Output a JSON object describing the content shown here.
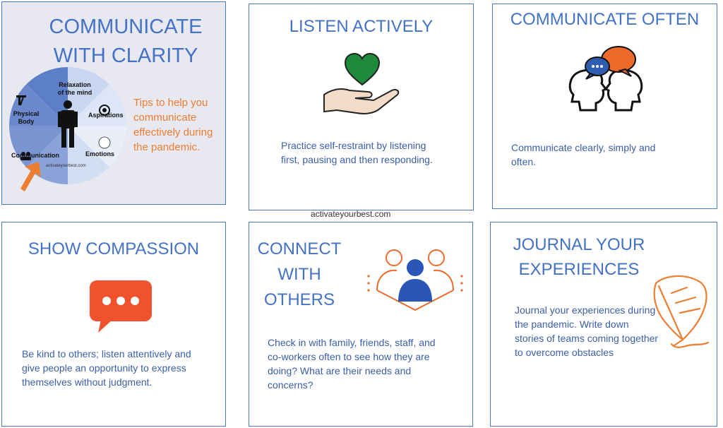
{
  "cards": {
    "clarity": {
      "title_line1": "COMMUNICATE",
      "title_line2": "WITH CLARITY",
      "tips_line1": "Tips to help you",
      "tips_line2": "communicate",
      "tips_line3": "effectively during",
      "tips_line4": "the pandemic.",
      "wheel": {
        "relaxation_line1": "Relaxation",
        "relaxation_line2": "of the mind",
        "physical_line1": "Physical",
        "physical_line2": "Body",
        "aspirations": "Aspirations",
        "emotions": "Emotions",
        "communication": "Communication",
        "site": "activateyourbest.com"
      }
    },
    "listen": {
      "title": "LISTEN ACTIVELY",
      "body_line1": "Practice self-restraint by listening",
      "body_line2": "first, pausing and then responding."
    },
    "often": {
      "title": "COMMUNICATE OFTEN",
      "body_line1": "Communicate clearly, simply and",
      "body_line2": "often."
    },
    "compassion": {
      "title": "SHOW COMPASSION",
      "body_line1": "Be kind to others; listen attentively and",
      "body_line2": "give people an opportunity to express",
      "body_line3": "themselves without judgment."
    },
    "connect": {
      "title_line1": "CONNECT",
      "title_line2": "WITH",
      "title_line3": "OTHERS",
      "body_line1": "Check in with family, friends, staff, and",
      "body_line2": "co-workers often to see how they are",
      "body_line3": "doing? What are their needs and",
      "body_line4": "concerns?"
    },
    "journal": {
      "title_line1": "JOURNAL YOUR",
      "title_line2": "EXPERIENCES",
      "body_line1": "Journal your experiences during",
      "body_line2": "the pandemic.  Write down",
      "body_line3": "stories of teams coming together",
      "body_line4": "to overcome obstacles"
    }
  },
  "watermark": "activateyourbest.com",
  "colors": {
    "title_blue": "#4472c4",
    "text_blue": "#3a5ea8",
    "accent_orange": "#ed7d31",
    "heart_green": "#1e8a3c",
    "bubble_orange": "#f0522e"
  },
  "icons": [
    "person-icon",
    "heart-hand-icon",
    "speech-heads-icon",
    "chat-bubble-icon",
    "group-icon",
    "feather-quill-icon",
    "pointer-arrow-icon"
  ]
}
